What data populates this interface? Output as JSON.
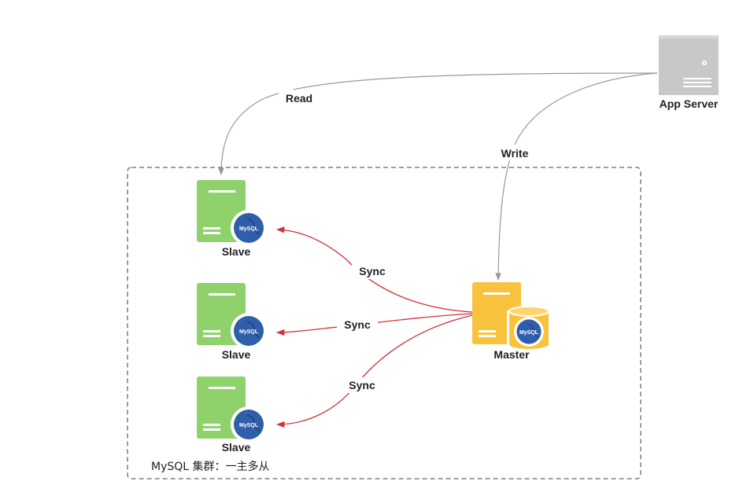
{
  "diagram": {
    "cluster": {
      "label": "MySQL 集群：一主多从"
    },
    "nodes": {
      "app_server": {
        "label": "App Server",
        "icon": "server-icon",
        "color": "#c8c8c8"
      },
      "slave_1": {
        "label": "Slave",
        "icon": "mysql-server-icon",
        "color": "#8fd16a"
      },
      "slave_2": {
        "label": "Slave",
        "icon": "mysql-server-icon",
        "color": "#8fd16a"
      },
      "slave_3": {
        "label": "Slave",
        "icon": "mysql-server-icon",
        "color": "#8fd16a"
      },
      "master": {
        "label": "Master",
        "icon": "mysql-database-server-icon",
        "color": "#f9c23c"
      }
    },
    "logo_text": "MySQL",
    "edges": {
      "read": {
        "label": "Read",
        "from": "App Server",
        "to": "Slave",
        "color": "#999999"
      },
      "write": {
        "label": "Write",
        "from": "App Server",
        "to": "Master",
        "color": "#999999"
      },
      "sync_1": {
        "label": "Sync",
        "from": "Master",
        "to": "Slave",
        "color": "#d0333a"
      },
      "sync_2": {
        "label": "Sync",
        "from": "Master",
        "to": "Slave",
        "color": "#d0333a"
      },
      "sync_3": {
        "label": "Sync",
        "from": "Master",
        "to": "Slave",
        "color": "#d0333a"
      }
    }
  }
}
